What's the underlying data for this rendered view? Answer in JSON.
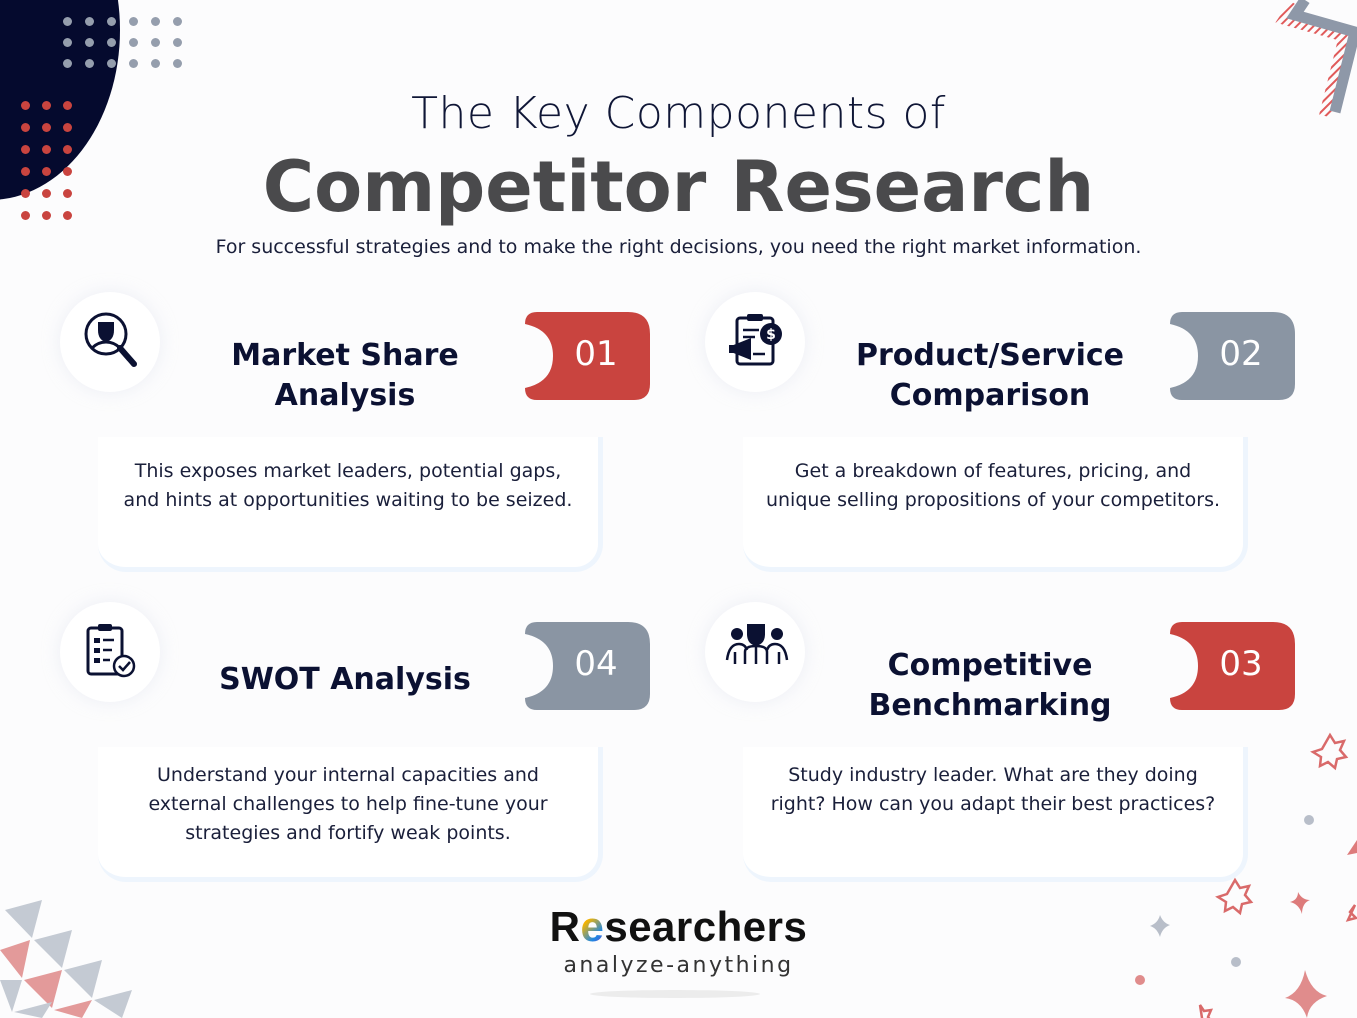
{
  "header": {
    "title_line1": "The Key Components of",
    "title_line2": "Competitor Research",
    "subtitle": "For successful strategies and to make the right decisions, you need the right market information."
  },
  "colors": {
    "navy": "#050a2e",
    "heading_text": "#0b1132",
    "title_gray": "#4a4a4c",
    "accent_red": "#c9443f",
    "accent_gray": "#8a95a3",
    "card_border": "#eef5fd"
  },
  "cards": [
    {
      "number": "01",
      "title_line1": "Market Share",
      "title_line2": "Analysis",
      "description": "This exposes market leaders, potential gaps, and hints at opportunities waiting to be seized.",
      "icon": "magnifier-person-icon",
      "badge_color": "#c9443f"
    },
    {
      "number": "02",
      "title_line1": "Product/Service",
      "title_line2": "Comparison",
      "description": "Get a breakdown of features, pricing, and unique selling propositions of your competitors.",
      "icon": "clipboard-megaphone-dollar-icon",
      "badge_color": "#8a95a3"
    },
    {
      "number": "04",
      "title_line1": "SWOT Analysis",
      "title_line2": "",
      "description": "Understand your internal capacities and external challenges to help fine-tune your strategies and fortify weak points.",
      "icon": "clipboard-checklist-icon",
      "badge_color": "#8a95a3"
    },
    {
      "number": "03",
      "title_line1": "Competitive",
      "title_line2": "Benchmarking",
      "description": "Study industry leader. What are they doing right? How can you adapt their best practices?",
      "icon": "team-leader-icon",
      "badge_color": "#c9443f"
    }
  ],
  "logo": {
    "first_letter": "R",
    "accent_letter": "e",
    "rest": "searchers",
    "tagline": "analyze-anything"
  }
}
